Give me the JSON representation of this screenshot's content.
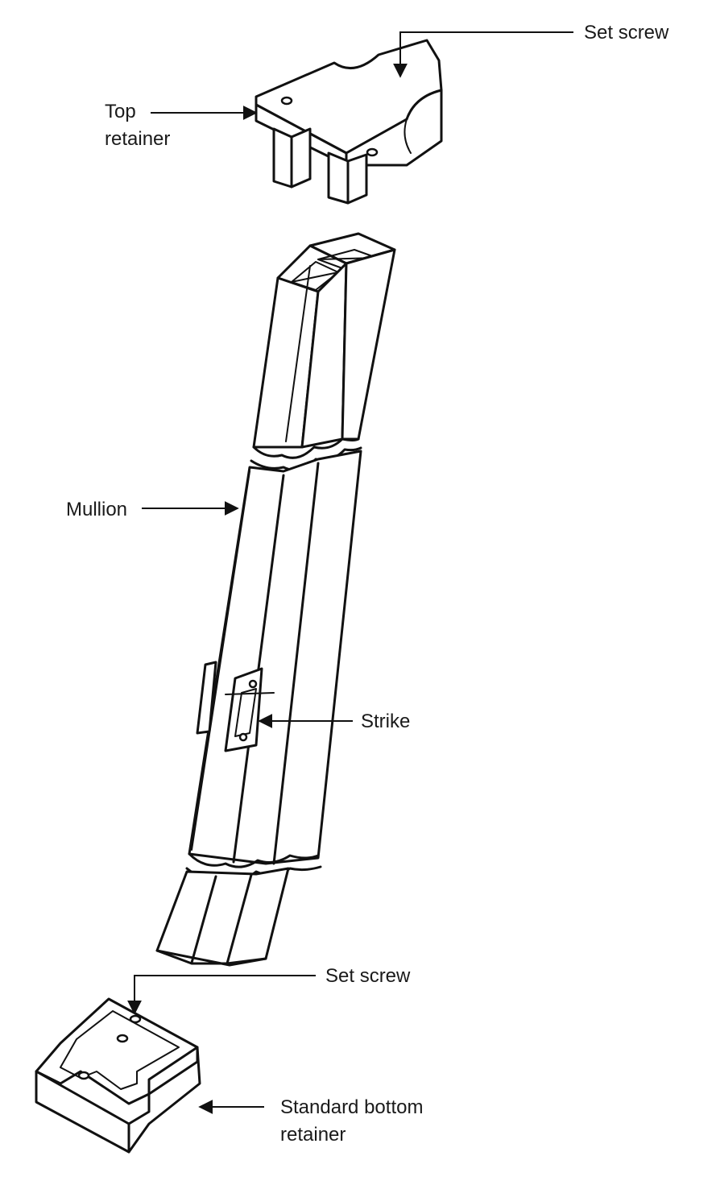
{
  "labels": {
    "set_screw_top": "Set screw",
    "top_retainer_line1": "Top",
    "top_retainer_line2": "retainer",
    "mullion": "Mullion",
    "strike": "Strike",
    "set_screw_bottom": "Set screw",
    "bottom_retainer_line1": "Standard bottom",
    "bottom_retainer_line2": "retainer"
  },
  "colors": {
    "ink": "#111111",
    "background": "#ffffff"
  }
}
